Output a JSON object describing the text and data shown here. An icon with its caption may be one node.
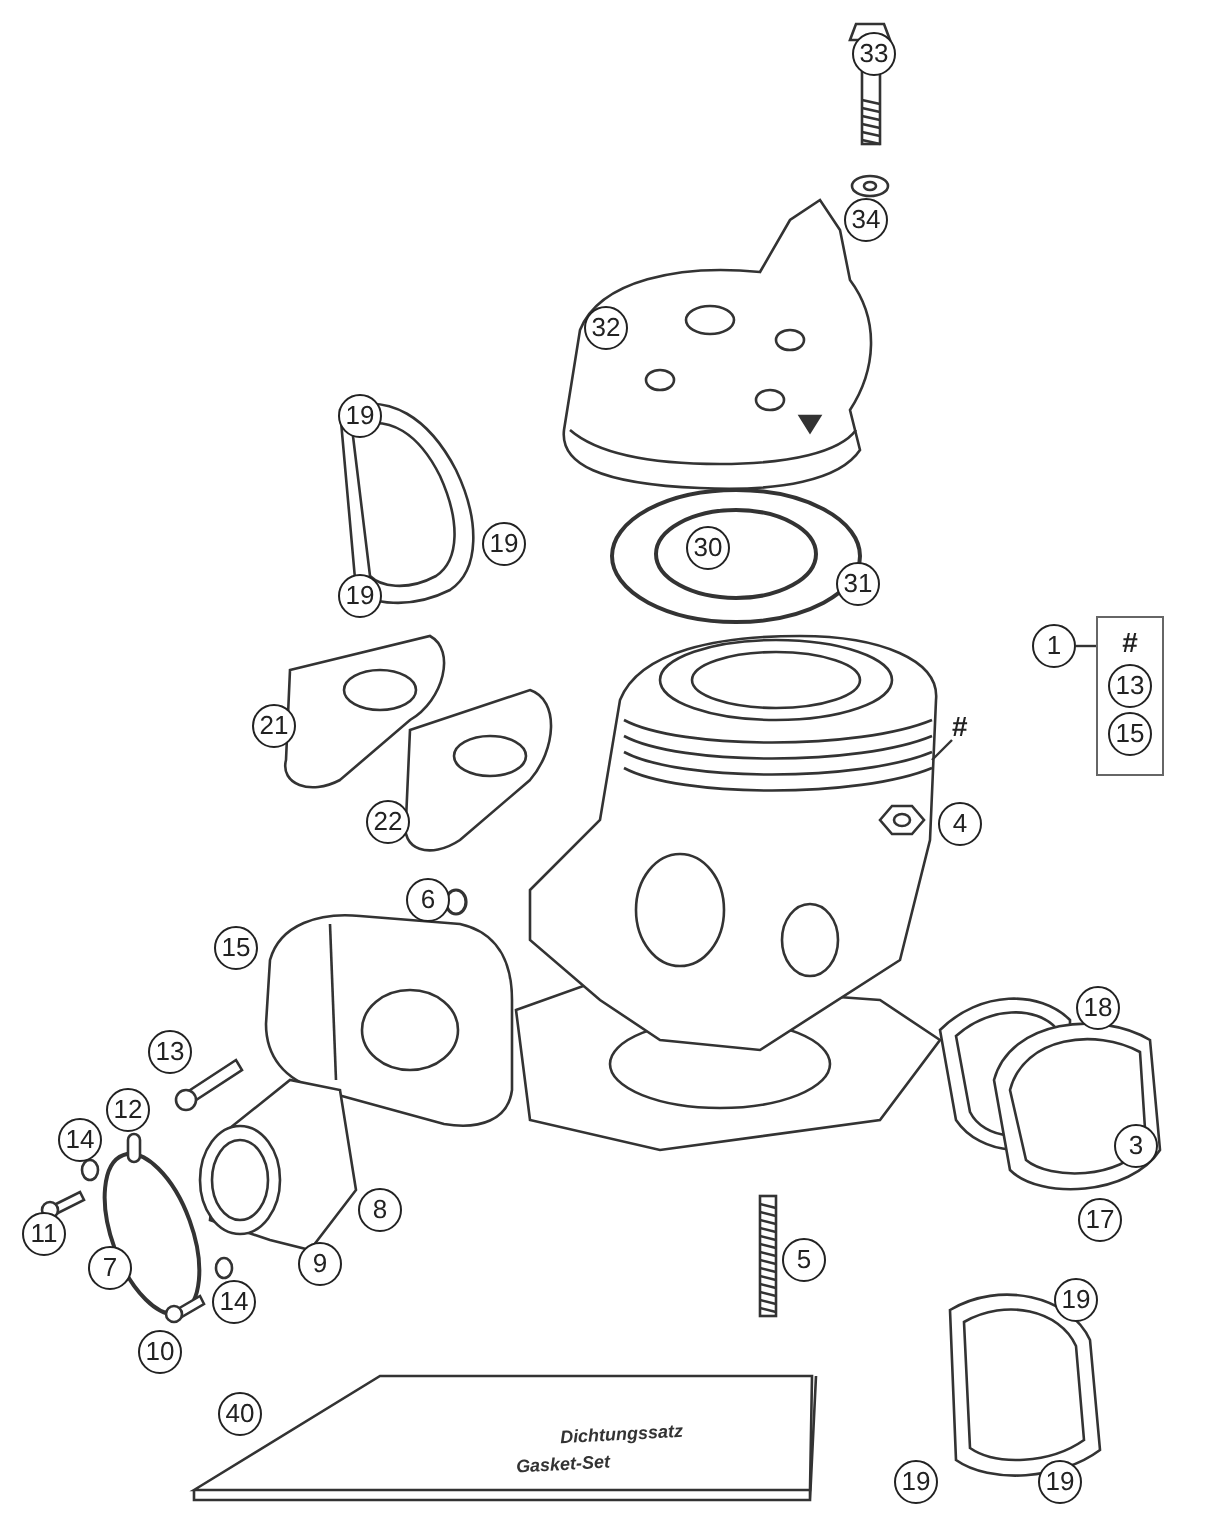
{
  "diagram": {
    "nodes": [
      {
        "text": [
          "33"
        ]
      },
      {
        "text": [
          "34"
        ]
      },
      {
        "text": [
          "32"
        ]
      },
      {
        "text": [
          "19"
        ]
      },
      {
        "text": [
          "19"
        ]
      },
      {
        "text": [
          "30"
        ]
      },
      {
        "text": [
          "31"
        ]
      },
      {
        "text": [
          "19"
        ]
      },
      {
        "text": [
          "1"
        ]
      },
      {
        "text": [
          "#"
        ]
      },
      {
        "text": [
          "13"
        ],
        "in": 9
      },
      {
        "text": [
          "15"
        ],
        "in": 9
      },
      {
        "text": [
          "21"
        ]
      },
      {
        "text": [
          "#"
        ]
      },
      {
        "text": [
          "22"
        ]
      },
      {
        "text": [
          "4"
        ]
      },
      {
        "text": [
          "6"
        ]
      },
      {
        "text": [
          "15"
        ]
      },
      {
        "text": [
          "18"
        ]
      },
      {
        "text": [
          "13"
        ]
      },
      {
        "text": [
          "12"
        ]
      },
      {
        "text": [
          "14"
        ]
      },
      {
        "text": [
          "3"
        ]
      },
      {
        "text": [
          "17"
        ]
      },
      {
        "text": [
          "8"
        ]
      },
      {
        "text": [
          "11"
        ]
      },
      {
        "text": [
          "7"
        ]
      },
      {
        "text": [
          "9"
        ]
      },
      {
        "text": [
          "14"
        ]
      },
      {
        "text": [
          "10"
        ]
      },
      {
        "text": [
          "5"
        ]
      },
      {
        "text": [
          "19"
        ]
      },
      {
        "text": [
          "40"
        ]
      },
      {
        "text": [
          "19"
        ]
      },
      {
        "text": [
          "19"
        ]
      },
      {
        "text": [],
        "shape": "picture"
      }
    ],
    "edges": [
      {
        "from": 8,
        "to": 9,
        "arrow": "none"
      },
      {
        "from": 13,
        "to": 35,
        "arrow": "none"
      }
    ],
    "labels": [
      "Dichtungssatz",
      "Gasket-Set"
    ]
  }
}
